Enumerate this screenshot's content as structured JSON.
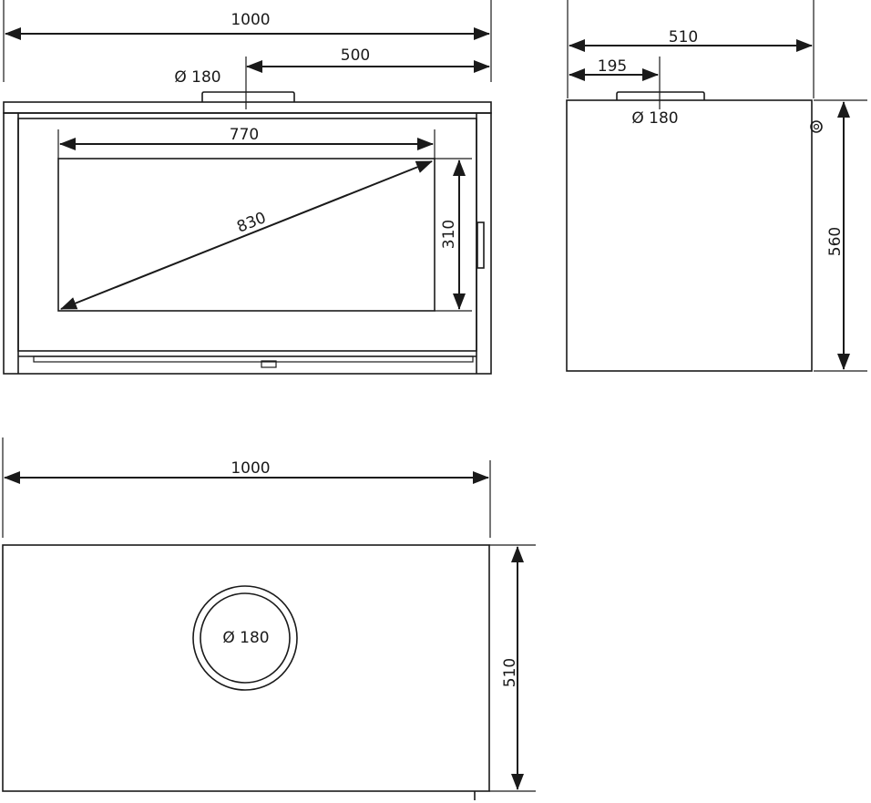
{
  "front_view": {
    "overall_width": "1000",
    "half_width": "500",
    "flue_diameter": "Ø 180",
    "glass_width": "770",
    "glass_diagonal": "830",
    "glass_height": "310"
  },
  "side_view": {
    "depth": "510",
    "flue_offset": "195",
    "flue_diameter": "Ø 180",
    "height": "560"
  },
  "top_view": {
    "width": "1000",
    "depth": "510",
    "flue_diameter": "Ø 180"
  }
}
